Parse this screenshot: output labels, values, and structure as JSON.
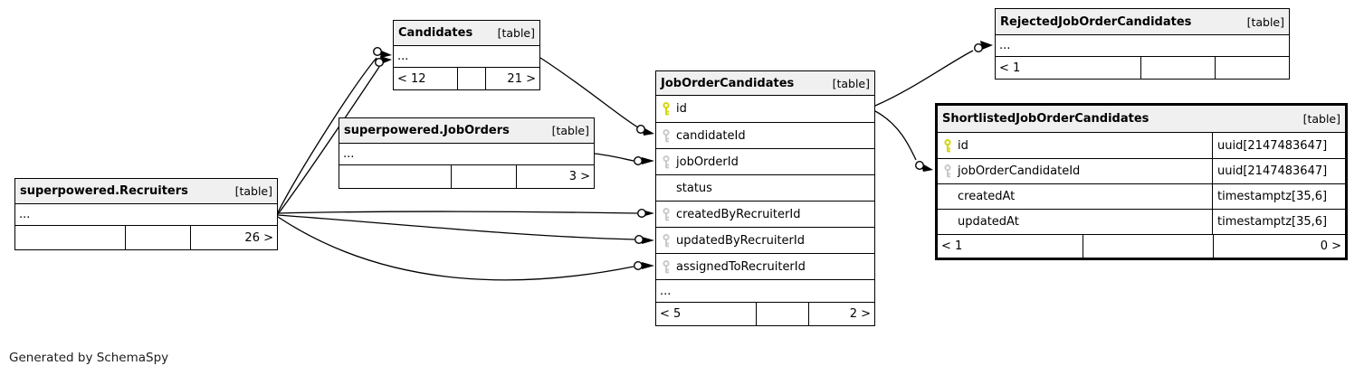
{
  "diagram": {
    "footer_note": "Generated by SchemaSpy",
    "colors": {
      "primary_key_icon": "#d4d400",
      "foreign_key_icon": "#c8c8c8",
      "header_bg": "#f0f0f0",
      "border": "#000000",
      "background": "#ffffff"
    },
    "icons": {
      "primary_key": "key-icon-yellow",
      "foreign_key": "key-icon-gray"
    },
    "tables": {
      "candidates": {
        "title": "Candidates",
        "tag": "[table]",
        "ellipsis": "...",
        "pager": {
          "left": "< 12",
          "mid": "",
          "right": "21 >"
        }
      },
      "jobOrders": {
        "title": "superpowered.JobOrders",
        "tag": "[table]",
        "ellipsis": "...",
        "pager": {
          "left": "",
          "mid": "",
          "right": "3 >"
        }
      },
      "recruiters": {
        "title": "superpowered.Recruiters",
        "tag": "[table]",
        "ellipsis": "...",
        "pager": {
          "left": "",
          "mid": "",
          "right": "26 >"
        }
      },
      "jobOrderCandidates": {
        "title": "JobOrderCandidates",
        "tag": "[table]",
        "ellipsis": "...",
        "columns": [
          {
            "name": "id",
            "key": "primary"
          },
          {
            "name": "candidateId",
            "key": "foreign"
          },
          {
            "name": "jobOrderId",
            "key": "foreign"
          },
          {
            "name": "status",
            "key": "none"
          },
          {
            "name": "createdByRecruiterId",
            "key": "foreign"
          },
          {
            "name": "updatedByRecruiterId",
            "key": "foreign"
          },
          {
            "name": "assignedToRecruiterId",
            "key": "foreign"
          }
        ],
        "pager": {
          "left": "< 5",
          "mid": "",
          "right": "2 >"
        }
      },
      "rejectedJobOrderCandidates": {
        "title": "RejectedJobOrderCandidates",
        "tag": "[table]",
        "ellipsis": "...",
        "pager": {
          "left": "< 1",
          "mid": "",
          "right": ""
        }
      },
      "shortlistedJobOrderCandidates": {
        "title": "ShortlistedJobOrderCandidates",
        "tag": "[table]",
        "columns": [
          {
            "name": "id",
            "type": "uuid[2147483647]",
            "key": "primary"
          },
          {
            "name": "jobOrderCandidateId",
            "type": "uuid[2147483647]",
            "key": "foreign"
          },
          {
            "name": "createdAt",
            "type": "timestamptz[35,6]",
            "key": "none"
          },
          {
            "name": "updatedAt",
            "type": "timestamptz[35,6]",
            "key": "none"
          }
        ],
        "pager": {
          "left": "< 1",
          "mid": "",
          "right": "0 >"
        }
      }
    }
  }
}
